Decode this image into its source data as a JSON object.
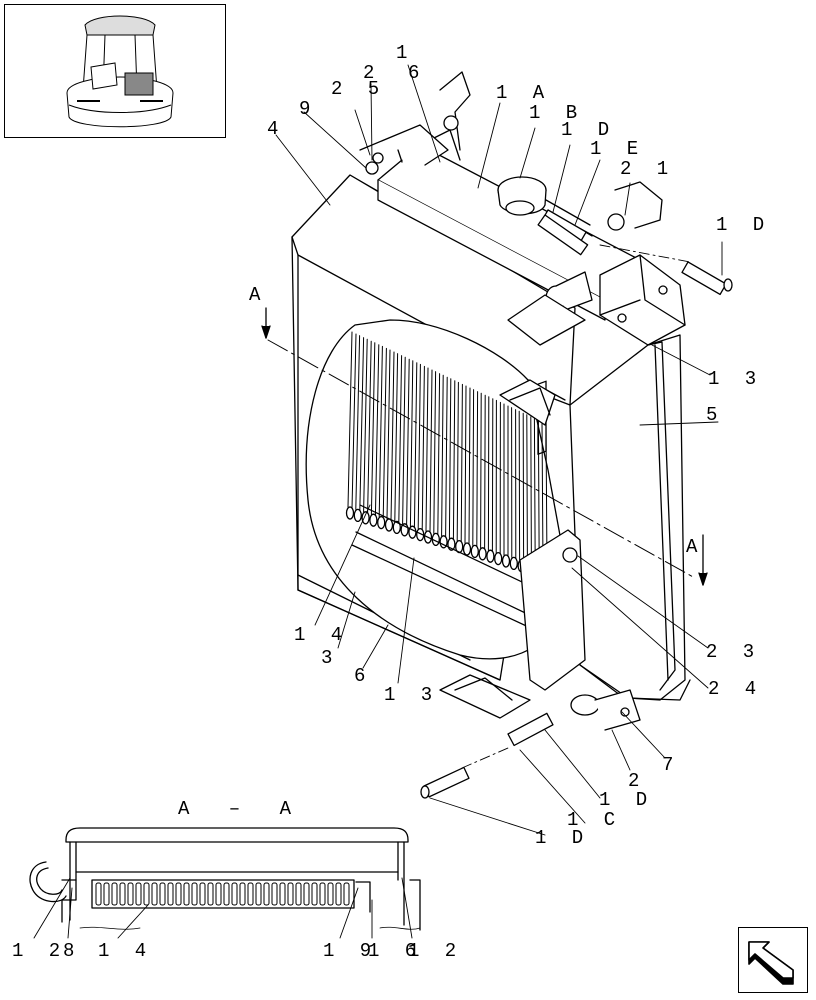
{
  "callouts": [
    {
      "id": "c-1",
      "text": "1"
    },
    {
      "id": "c-6a",
      "text": "6"
    },
    {
      "id": "c-25",
      "text": "2 5"
    },
    {
      "id": "c-2",
      "text": "2"
    },
    {
      "id": "c-9",
      "text": "9"
    },
    {
      "id": "c-4",
      "text": "4"
    },
    {
      "id": "c-1A",
      "text": "1 A"
    },
    {
      "id": "c-1B",
      "text": "1 B"
    },
    {
      "id": "c-1D-top",
      "text": "1 D"
    },
    {
      "id": "c-1E",
      "text": "1 E"
    },
    {
      "id": "c-21",
      "text": "2 1"
    },
    {
      "id": "c-1D-right",
      "text": "1 D"
    },
    {
      "id": "c-13-right",
      "text": "1 3"
    },
    {
      "id": "c-5",
      "text": "5"
    },
    {
      "id": "c-23",
      "text": "2 3"
    },
    {
      "id": "c-24",
      "text": "2 4"
    },
    {
      "id": "c-7",
      "text": "7"
    },
    {
      "id": "c-2-bottom",
      "text": "2"
    },
    {
      "id": "c-1D-mid",
      "text": "1 D"
    },
    {
      "id": "c-1C",
      "text": "1 C"
    },
    {
      "id": "c-1D-bottom",
      "text": "1 D"
    },
    {
      "id": "c-14",
      "text": "1 4"
    },
    {
      "id": "c-3",
      "text": "3"
    },
    {
      "id": "c-6b",
      "text": "6"
    },
    {
      "id": "c-13-bottom",
      "text": "1 3"
    },
    {
      "id": "c-12-left",
      "text": "1 2"
    },
    {
      "id": "c-8",
      "text": "8"
    },
    {
      "id": "c-14-sec",
      "text": "1 4"
    },
    {
      "id": "c-19",
      "text": "1 9"
    },
    {
      "id": "c-16",
      "text": "1 6"
    },
    {
      "id": "c-12-right",
      "text": "1 2"
    }
  ],
  "section_marks": {
    "left": "A",
    "right": "A",
    "section_title": "A – A"
  },
  "icons": {
    "thumbnail": "machine-overview-thumbnail",
    "nav": "next-page-arrow-icon"
  }
}
